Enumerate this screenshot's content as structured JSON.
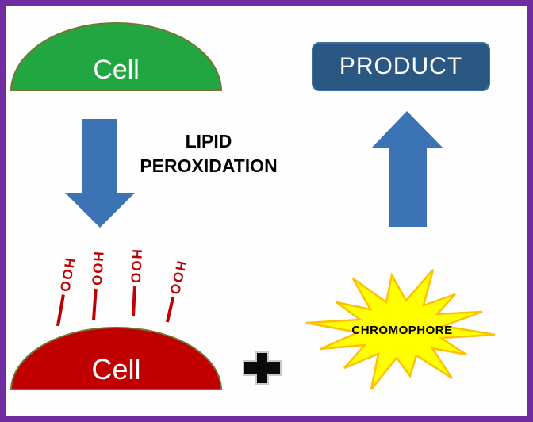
{
  "diagram": {
    "top_left_cell": {
      "label": "Cell"
    },
    "product": {
      "label": "PRODUCT"
    },
    "process": {
      "line1": "LIPID",
      "line2": "PEROXIDATION"
    },
    "bottom_cell": {
      "label": "Cell",
      "hoo_labels": [
        "HOO",
        "HOO",
        "HOO",
        "HOO"
      ]
    },
    "chromophore": {
      "label": "CHROMOPHORE"
    }
  },
  "colors": {
    "frame": "#6F2DA0",
    "cell-green": "#22A642",
    "cell-red": "#C00000",
    "shape-border": "#757436",
    "arrow-blue": "#3B73B5",
    "product-bg": "#2A5883",
    "product-border": "#3C6E9E",
    "star-fill": "#FFFF00",
    "star-stroke": "#FFC000",
    "hoo-red": "#C00000",
    "plus-fill": "#0A0A0A",
    "plus-stroke": "#C9C9C9",
    "text-white": "#FFFFFF",
    "text-black": "#000000"
  }
}
